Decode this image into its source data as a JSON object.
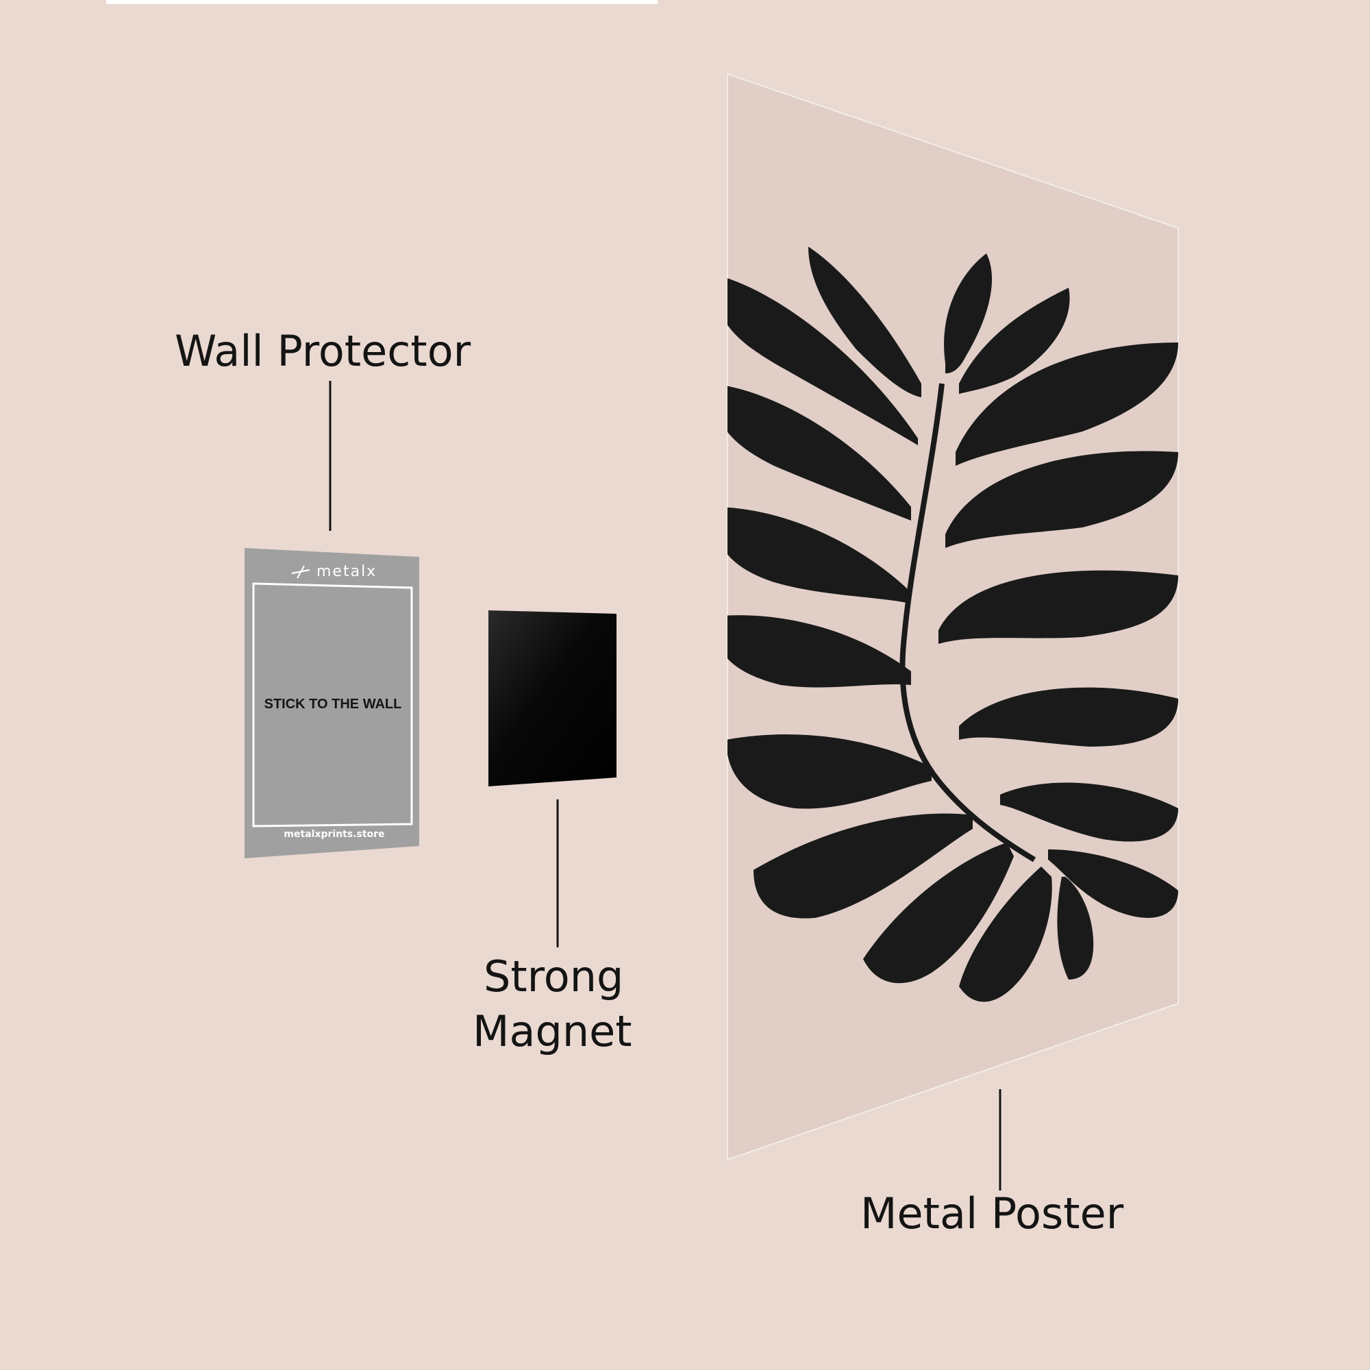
{
  "labels": {
    "wall_protector": "Wall Protector",
    "strong_magnet_line1": "Strong",
    "strong_magnet_line2": "Magnet",
    "metal_poster": "Metal Poster"
  },
  "wall_protector_card": {
    "brand": "metalx",
    "instruction": "STICK TO THE WALL",
    "website": "metalxprints.store"
  },
  "colors": {
    "background": "#ead9d1",
    "poster": "#e0cec7",
    "poster_edge": "#f3ece8",
    "leaf": "#1a1a1a",
    "protector": "#a0a0a0",
    "protector_border": "#ffffff",
    "magnet": "#050505",
    "text": "#141414"
  }
}
